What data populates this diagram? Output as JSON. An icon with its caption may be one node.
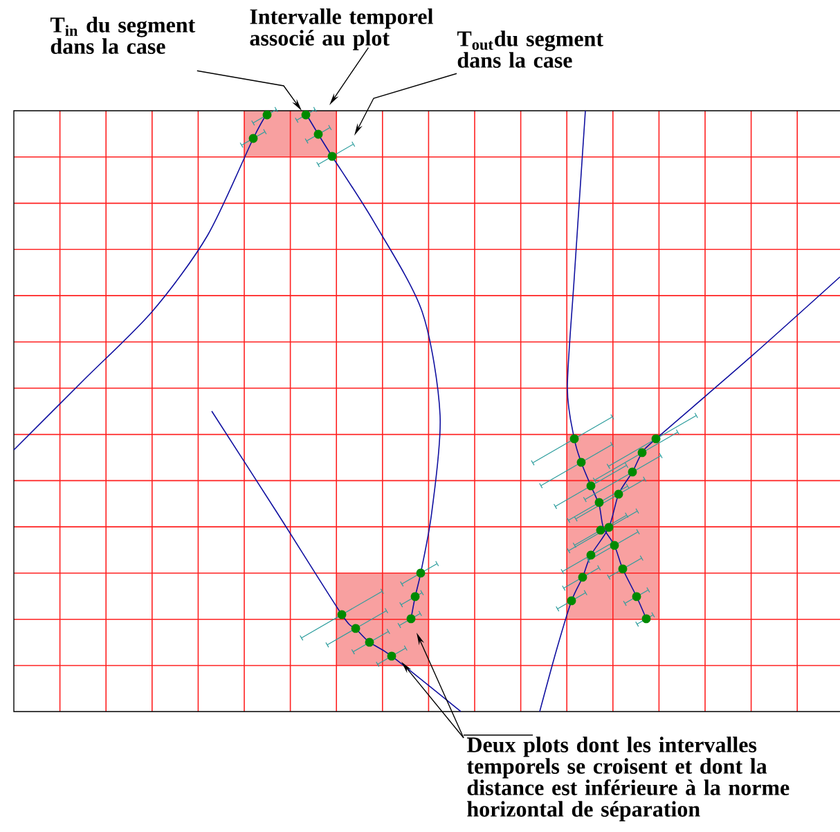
{
  "diagram": {
    "nodes": [
      {
        "text": [
          "T$_{in}$ du segment dans la case"
        ]
      },
      {
        "text": [
          "Intervalle temporel associé au plot"
        ]
      },
      {
        "text": [
          "T$_{out}$du segment dans la case"
        ]
      },
      {
        "text": [
          "Deux plots dont les intervalles temporels se croisent et dont la distance est inférieure à la norme horizontal de séparation"
        ]
      }
    ],
    "edges": [
      {
        "from": 0,
        "to": null,
        "arrow": "to"
      },
      {
        "from": 1,
        "to": null,
        "arrow": "to"
      },
      {
        "from": 2,
        "to": null,
        "arrow": "to"
      },
      {
        "from": 3,
        "to": null,
        "arrow": "to"
      },
      {
        "from": 3,
        "to": null,
        "arrow": "to"
      }
    ]
  }
}
